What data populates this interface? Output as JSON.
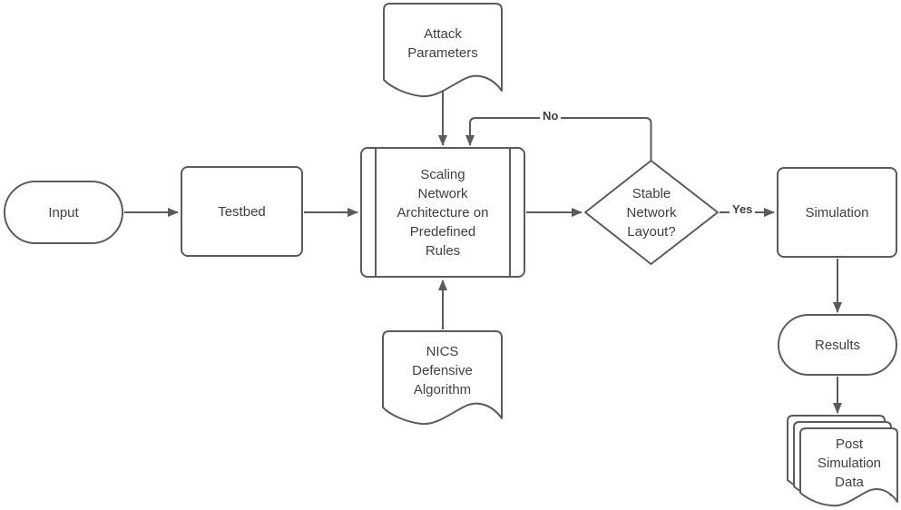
{
  "diagram": {
    "type": "flowchart",
    "background_color": "#ffffff",
    "colors": {
      "shape_stroke": "#5b5b5b",
      "shape_fill": "#ffffff",
      "label_text": "#3f3f3f"
    },
    "nodes": {
      "input": {
        "shape": "terminator",
        "label": "Input"
      },
      "testbed": {
        "shape": "process",
        "label": "Testbed"
      },
      "scaling_rules": {
        "shape": "predefined-process",
        "label": "Scaling\nNetwork\nArchitecture on\nPredefined\nRules"
      },
      "stable_layout": {
        "shape": "decision",
        "label": "Stable\nNetwork\nLayout?"
      },
      "simulation": {
        "shape": "process",
        "label": "Simulation"
      },
      "results": {
        "shape": "terminator",
        "label": "Results"
      },
      "attack_parameters": {
        "shape": "document",
        "label": "Attack\nParameters"
      },
      "nics_defensive": {
        "shape": "document",
        "label": "NICS\nDefensive\nAlgorithm"
      },
      "post_simulation_data": {
        "shape": "multi-document",
        "label": "Post\nSimulation\nData"
      }
    },
    "edges": {
      "input_to_testbed": {
        "from": "input",
        "to": "testbed",
        "label": ""
      },
      "testbed_to_scaling": {
        "from": "testbed",
        "to": "scaling_rules",
        "label": ""
      },
      "scaling_to_decision": {
        "from": "scaling_rules",
        "to": "stable_layout",
        "label": ""
      },
      "decision_yes": {
        "from": "stable_layout",
        "to": "simulation",
        "label": "Yes"
      },
      "decision_no": {
        "from": "stable_layout",
        "to": "scaling_rules",
        "label": "No"
      },
      "attack_to_scaling": {
        "from": "attack_parameters",
        "to": "scaling_rules",
        "label": ""
      },
      "nics_to_scaling": {
        "from": "nics_defensive",
        "to": "scaling_rules",
        "label": ""
      },
      "simulation_to_results": {
        "from": "simulation",
        "to": "results",
        "label": ""
      },
      "results_to_postdata": {
        "from": "results",
        "to": "post_simulation_data",
        "label": ""
      }
    }
  }
}
